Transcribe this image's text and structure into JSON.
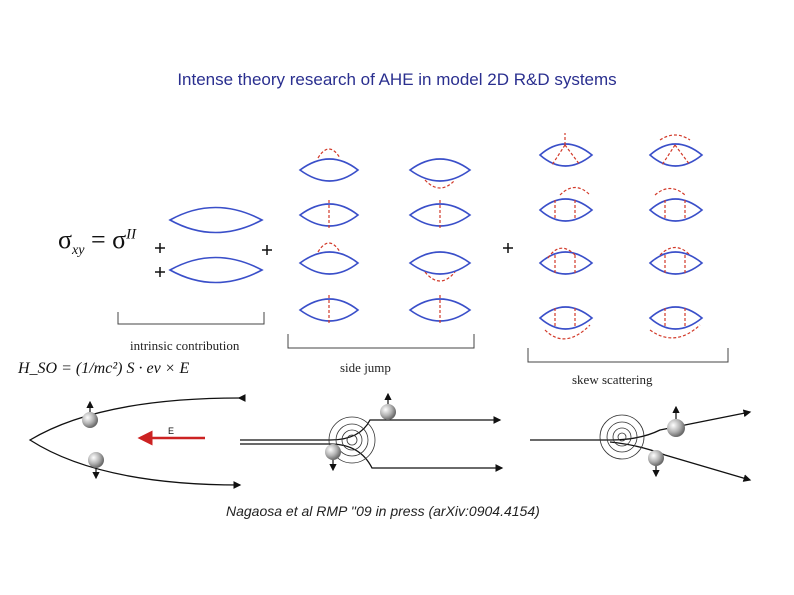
{
  "slide": {
    "title": "Intense theory research of AHE in model  2D R&D systems",
    "citation": "Nagaosa et al RMP ''09 in press (arXiv:0904.4154)"
  },
  "formula": {
    "sigma": "σ",
    "sub_xy": "xy",
    "sup_II": "II",
    "equals": " = ",
    "hamiltonian": "H_SO = (1/mc²) S · ev × E"
  },
  "brackets": {
    "intrinsic": "intrinsic contribution",
    "side_jump": "side jump",
    "skew": "skew scattering"
  },
  "scattering": {
    "field_label": "E"
  },
  "colors": {
    "title": "#2a2f8f",
    "bubble": "#3a4fc9",
    "dashed": "#d23a2a",
    "arrow": "#cc2222"
  }
}
